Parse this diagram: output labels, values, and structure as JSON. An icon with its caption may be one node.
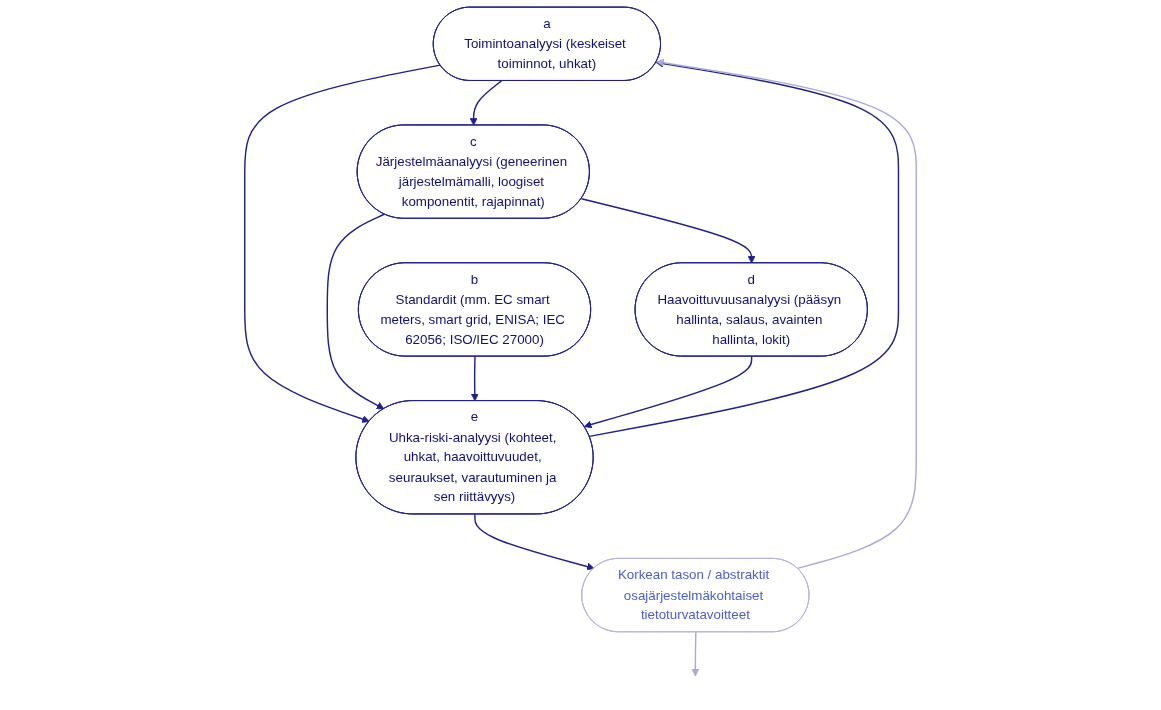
{
  "diagram": {
    "nodes": [
      {
        "text": [
          "a",
          "Toimintoanalyysi (keskeiset toiminnot, uhkat)"
        ]
      },
      {
        "text": [
          "c",
          "Järjestelmäanalyysi (geneerinen järjestelmämalli, loogiset komponentit, rajapinnat)"
        ]
      },
      {
        "text": [
          "b",
          "Standardit (mm. EC smart meters, smart grid, ENISA; IEC 62056; ISO/IEC 27000)"
        ]
      },
      {
        "text": [
          "d",
          "Haavoittuvuusanalyysi (pääsyn hallinta, salaus, avainten hallinta, lokit)"
        ]
      },
      {
        "text": [
          "e",
          "Uhka-riski-analyysi (kohteet, uhkat, haavoittuvuudet, seuraukset, varautuminen ja sen riittävyys)"
        ]
      },
      {
        "text": [
          "Korkean tason / abstraktit osajärjestelmäkohtaiset tietoturvatavoitteet"
        ]
      }
    ],
    "edges": [
      {
        "from": 0,
        "to": 1,
        "arrow": "to"
      },
      {
        "from": 0,
        "to": 4,
        "arrow": "to"
      },
      {
        "from": 1,
        "to": 3,
        "arrow": "to"
      },
      {
        "from": 1,
        "to": 4,
        "arrow": "to"
      },
      {
        "from": 2,
        "to": 4,
        "arrow": "to"
      },
      {
        "from": 3,
        "to": 4,
        "arrow": "to"
      },
      {
        "from": 4,
        "to": 0,
        "arrow": "to"
      },
      {
        "from": 4,
        "to": 5,
        "arrow": "to"
      },
      {
        "from": 5,
        "to": 0,
        "arrow": "to",
        "color": "#a9a9dc"
      },
      {
        "from": 5,
        "to": null,
        "arrow": "to",
        "color": "#a9a9dc"
      }
    ]
  }
}
